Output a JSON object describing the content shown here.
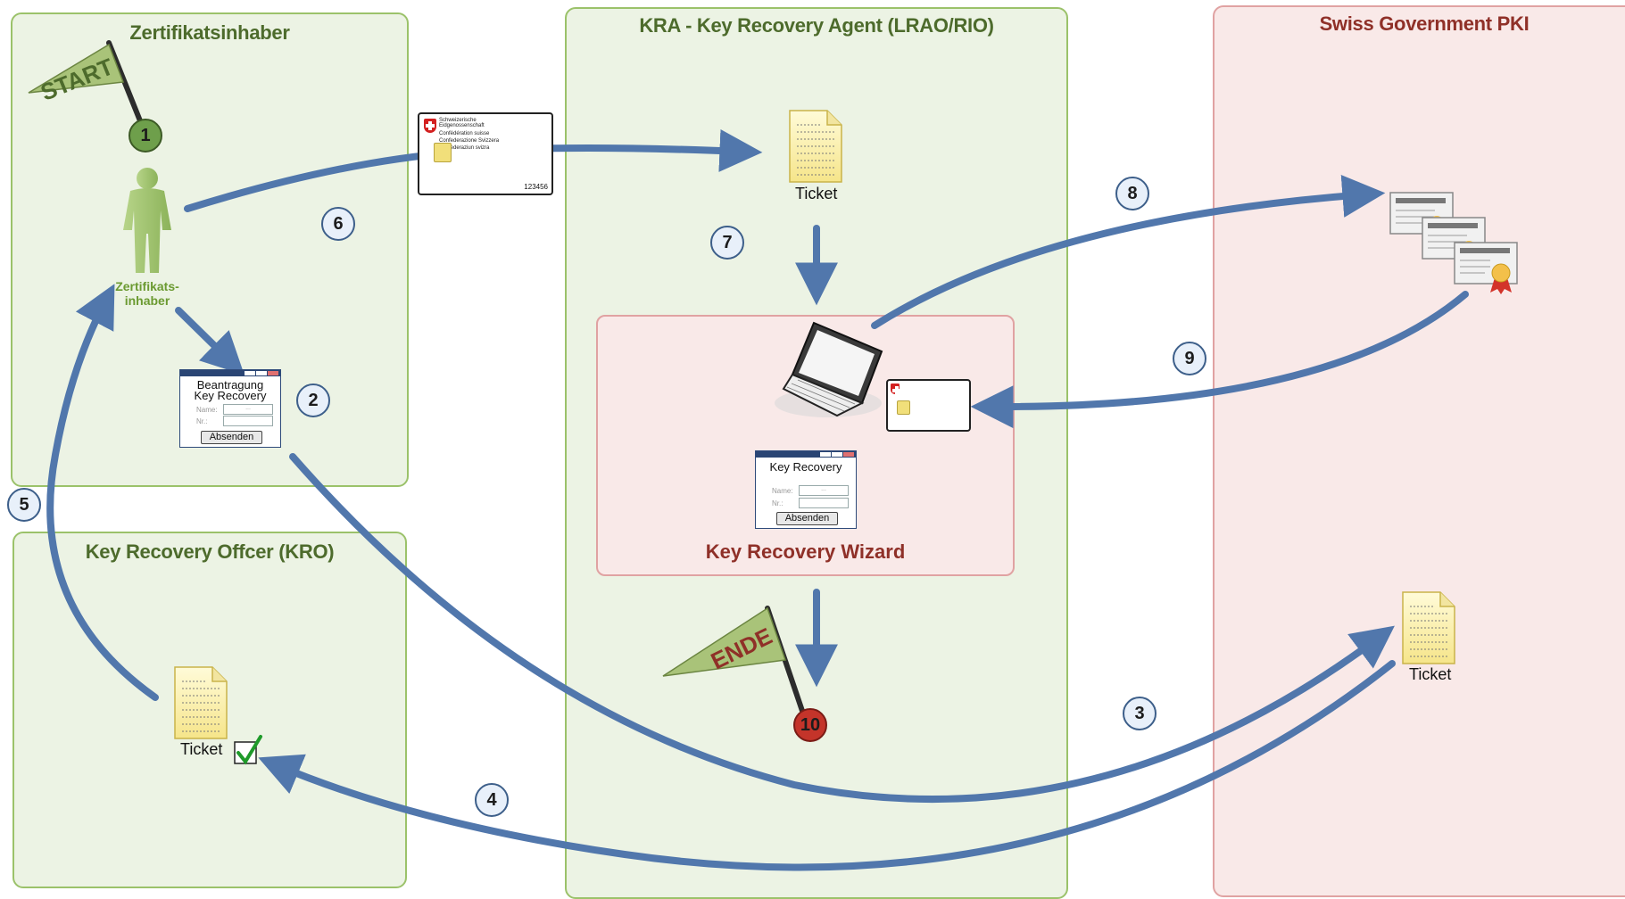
{
  "lanes": {
    "cert_holder": "Zertifikatsinhaber",
    "kra": "KRA - Key Recovery Agent (LRAO/RIO)",
    "pki": "Swiss Government PKI",
    "kro": "Key Recovery Offcer (KRO)"
  },
  "wizard": {
    "title": "Key Recovery Wizard"
  },
  "flags": {
    "start": "START",
    "end": "ENDE"
  },
  "actor": {
    "label_line1": "Zertifikats-",
    "label_line2": "inhaber"
  },
  "tickets": {
    "kra": "Ticket",
    "kro": "Ticket",
    "pki": "Ticket"
  },
  "form_application": {
    "title_line1": "Beantragung",
    "title_line2": "Key Recovery",
    "name_label": "Name:",
    "nr_label": "Nr.:",
    "field_placeholder": "...",
    "submit": "Absenden"
  },
  "form_wizard": {
    "title": "Key Recovery",
    "name_label": "Name:",
    "nr_label": "Nr.:",
    "field_placeholder": "...",
    "submit": "Absenden"
  },
  "id_card": {
    "line1": "Schweizerische",
    "line2": "Eidgenossenschaft",
    "line3": "Confédération suisse",
    "line4": "Confederazione Svizzera",
    "line5": "Confederaziun svizra",
    "number": "123456"
  },
  "steps": [
    "1",
    "2",
    "3",
    "4",
    "5",
    "6",
    "7",
    "8",
    "9",
    "10"
  ],
  "colors": {
    "arrow": "#5177ac",
    "lane_green_border": "#9bc26a",
    "lane_green_fill": "#ecf3e4",
    "lane_red_border": "#e0a2a2",
    "lane_red_fill": "#f9e9e8",
    "title_green": "#4d6b2c",
    "title_red": "#8f3028"
  }
}
